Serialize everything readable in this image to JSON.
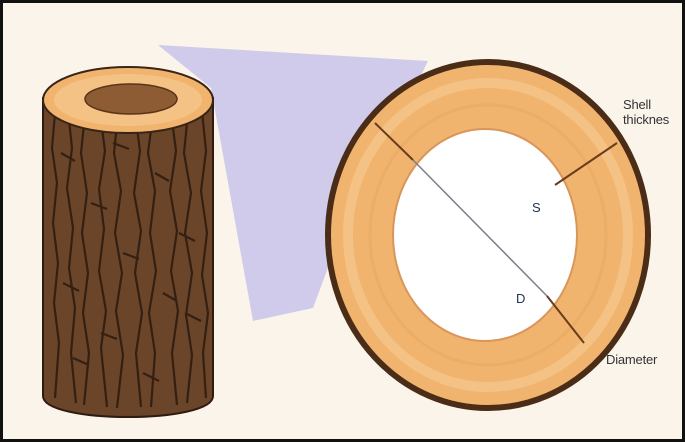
{
  "labels": {
    "shell_line1": "Shell",
    "shell_line2": "thicknes",
    "diameter": "Diameter"
  },
  "markers": {
    "s": "S",
    "d": "D"
  },
  "colors": {
    "background": "#fbf4ea",
    "border": "#111111",
    "bark": "#6b4529",
    "bark_dark": "#2f1c10",
    "wood": "#f0b46e",
    "wood_light": "#f7c88f",
    "hollow": "#8d5b34",
    "projection": "#c8c3ea",
    "label_text": "#333333",
    "marker_text": "#20334f"
  }
}
